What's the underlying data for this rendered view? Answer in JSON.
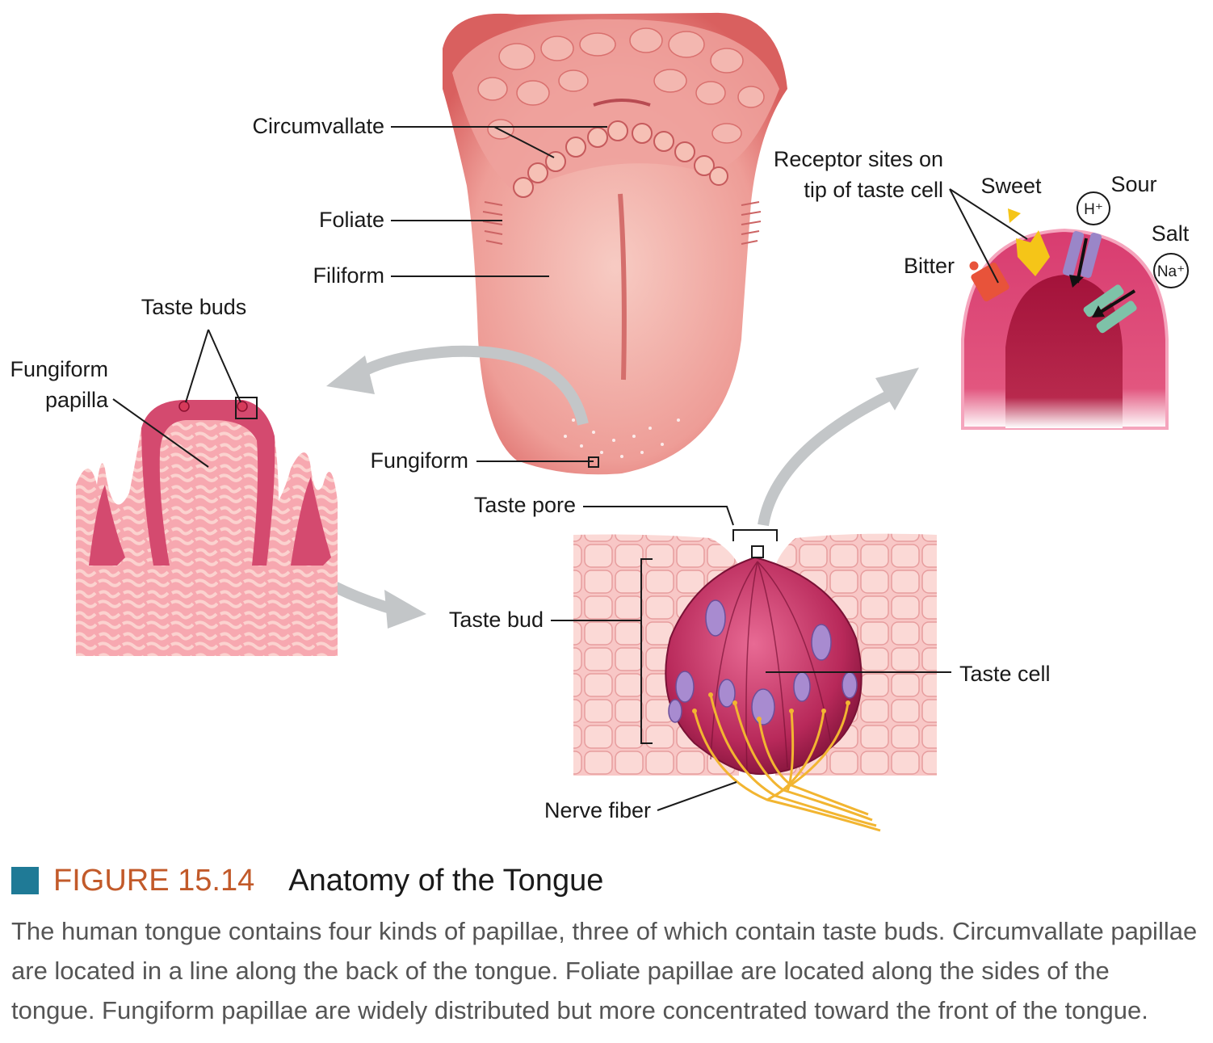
{
  "labels": {
    "circumvallate": "Circumvallate",
    "foliate": "Foliate",
    "filiform": "Filiform",
    "taste_buds": "Taste buds",
    "fungiform_papilla_line1": "Fungiform",
    "fungiform_papilla_line2": "papilla",
    "fungiform": "Fungiform",
    "taste_pore": "Taste pore",
    "taste_bud": "Taste bud",
    "taste_cell": "Taste cell",
    "nerve_fiber": "Nerve fiber",
    "receptor_line1": "Receptor sites on",
    "receptor_line2": "tip of taste cell",
    "sweet": "Sweet",
    "sour": "Sour",
    "salt": "Salt",
    "bitter": "Bitter",
    "h_ion": "H⁺",
    "na_ion": "Na⁺"
  },
  "caption": {
    "figure_number": "FIGURE 15.14",
    "title": "Anatomy of the Tongue",
    "text": "The human tongue contains four kinds of papillae, three of which contain taste buds. Circumvallate papillae are located in a line along the back of the tongue. Foliate papillae are located along the sides of the tongue. Fungiform papillae are widely distributed but more concentrated toward the front of the tongue."
  },
  "colors": {
    "tongue": "#ec8f8d",
    "tongue_light": "#f6c2bb",
    "tissue": "#f5b8bb",
    "bud": "#b8295a",
    "nucleus": "#a88bd0",
    "nerve": "#f2b531",
    "arrow": "#c3c6c8",
    "accent": "#1f7a96",
    "figure_number": "#c25a2a"
  }
}
